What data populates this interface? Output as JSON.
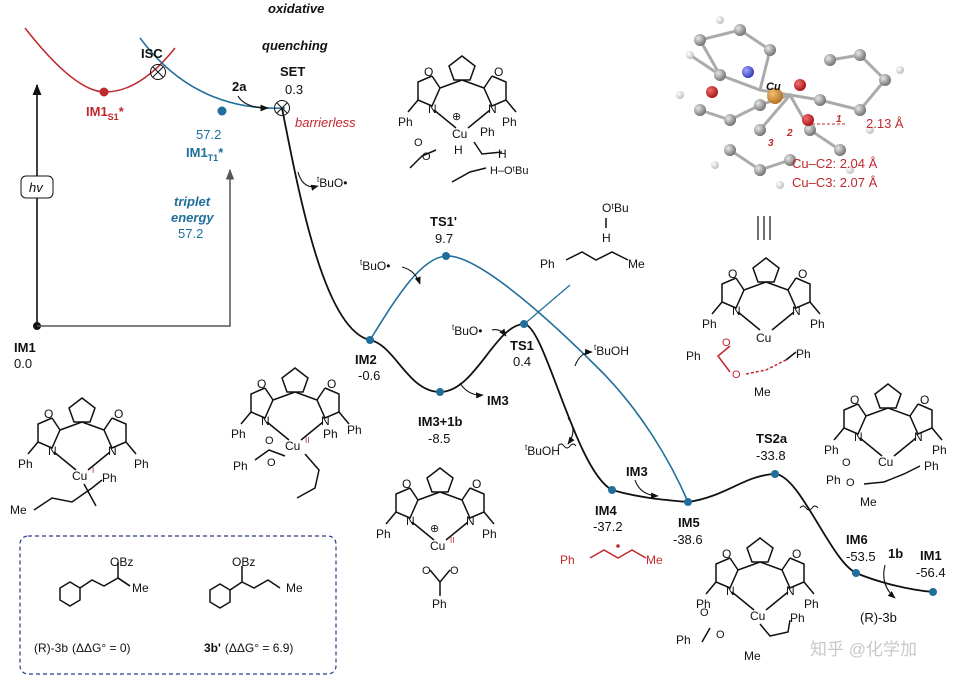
{
  "left_panel": {
    "isc": "ISC",
    "im1s1_base": "IM1",
    "im1s1_sub": "S1",
    "im1s1_star": "*",
    "t1_energy": "57.2",
    "im1t1_base": "IM1",
    "im1t1_sub": "T1",
    "im1t1_star": "*",
    "hv": "hv",
    "triplet_line1": "triplet",
    "triplet_line2": "energy",
    "triplet_value": "57.2",
    "im1_label": "IM1",
    "im1_energy": "0.0"
  },
  "header": {
    "oxidative_line1": "oxidative",
    "oxidative_line2": "quenching",
    "reagent_2a": "2a",
    "set_label": "SET",
    "set_energy": "0.3",
    "barrierless": "barrierless"
  },
  "species": [
    {
      "key": "ts1p",
      "label": "TS1'",
      "energy": "9.7"
    },
    {
      "key": "im2",
      "label": "IM2",
      "energy": "-0.6"
    },
    {
      "key": "im3",
      "label": "IM3+1b",
      "energy": "-8.5"
    },
    {
      "key": "ts1",
      "label": "TS1",
      "energy": "0.4"
    },
    {
      "key": "im4",
      "label": "IM4",
      "energy": "-37.2"
    },
    {
      "key": "im5",
      "label": "IM5",
      "energy": "-38.6"
    },
    {
      "key": "ts2a",
      "label": "TS2a",
      "energy": "-33.8"
    },
    {
      "key": "im6",
      "label": "IM6",
      "energy": "-53.5"
    },
    {
      "key": "im1_end",
      "label": "IM1",
      "energy": "-56.4"
    }
  ],
  "arrows": {
    "tbuo_1": "BuO•",
    "tbuo_2": "BuO•",
    "tbuo_3": "BuO•",
    "tbuoh_1": "BuOH",
    "tbuoh_2": "BuOH",
    "tbuo_h": "H–OᵗBu",
    "im3_out": "IM3",
    "im3_in": "IM3",
    "r3b": "(R)-3b",
    "b1": "1b",
    "t_sup": "t",
    "obu": "OᵗBu"
  },
  "xray": {
    "cu": "Cu",
    "d1": "2.13 Å",
    "d2": "Cu–C2: 2.04 Å",
    "d3": "Cu–C3: 2.07 Å",
    "n1": "1",
    "n2": "2",
    "n3": "3"
  },
  "legend": {
    "obz_1": "OBz",
    "me_1": "Me",
    "label_1": "(R)-3b",
    "ddg_1": "(ΔΔG° = 0)",
    "obz_2": "OBz",
    "me_2": "Me",
    "label_2": "3b'",
    "ddg_2": "(ΔΔG° = 6.9)"
  },
  "watermark": "知乎 @化学加",
  "atoms": {
    "O": "O",
    "N": "N",
    "Cu": "Cu",
    "CuI": "I",
    "CuII": "II",
    "Ph": "Ph",
    "Me": "Me",
    "H": "H",
    "plus": "⊕"
  },
  "colors": {
    "red": "#c0282d",
    "blue": "#1f6f9a",
    "black": "#111111"
  }
}
